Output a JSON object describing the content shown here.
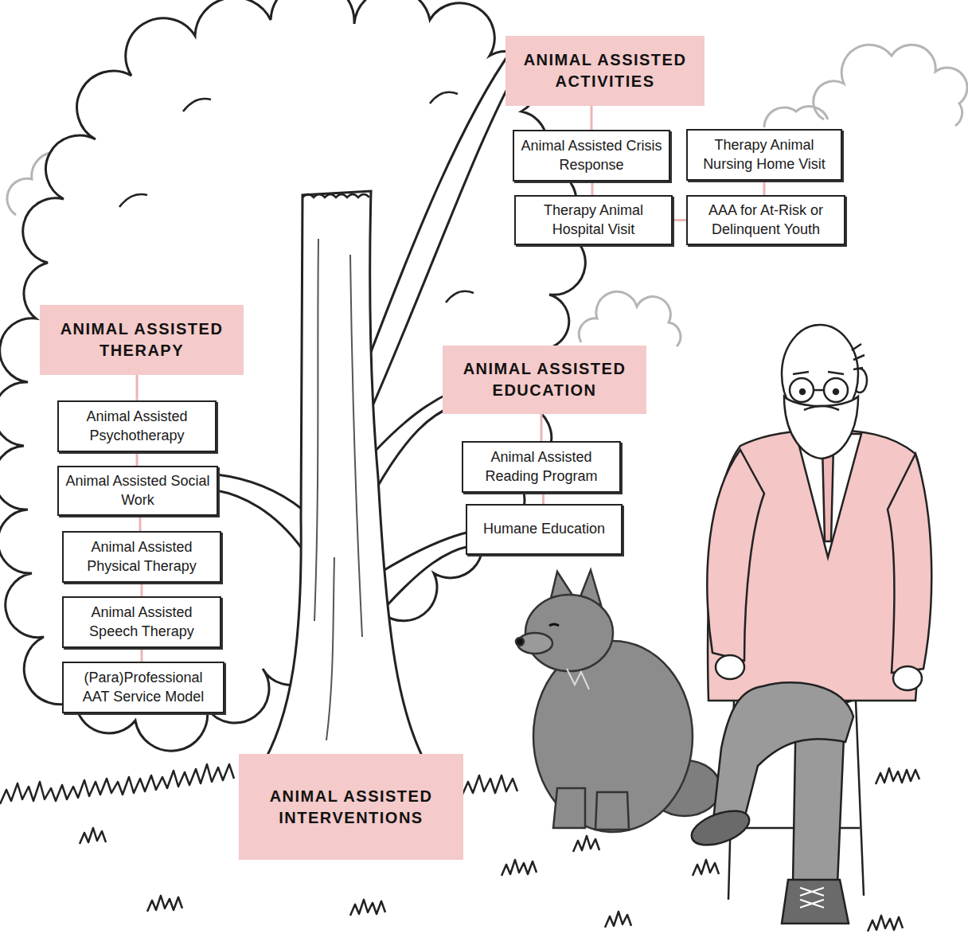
{
  "diagram": {
    "nodes": [
      {
        "text": [
          "ANIMAL ASSISTED ACTIVITIES"
        ]
      },
      {
        "text": [
          "Animal Assisted Crisis Response"
        ]
      },
      {
        "text": [
          "Therapy Animal Nursing Home Visit"
        ]
      },
      {
        "text": [
          "Therapy Animal Hospital Visit"
        ]
      },
      {
        "text": [
          "AAA for At-Risk or Delinquent Youth"
        ]
      },
      {
        "text": [
          "ANIMAL ASSISTED THERAPY"
        ]
      },
      {
        "text": [
          "Animal Assisted Psychotherapy"
        ]
      },
      {
        "text": [
          "Animal Assisted Social Work"
        ]
      },
      {
        "text": [
          "Animal Assisted Physical Therapy"
        ]
      },
      {
        "text": [
          "Animal Assisted Speech Therapy"
        ]
      },
      {
        "text": [
          "(Para)Professional AAT Service Model"
        ]
      },
      {
        "text": [
          "ANIMAL ASSISTED EDUCATION"
        ]
      },
      {
        "text": [
          "Animal Assisted Reading Program"
        ]
      },
      {
        "text": [
          "Humane Education"
        ]
      },
      {
        "text": [
          "ANIMAL ASSISTED INTERVENTIONS"
        ]
      }
    ],
    "edges": [
      {
        "from": 0,
        "to": 1,
        "arrow": "none"
      },
      {
        "from": 1,
        "to": 3,
        "arrow": "none"
      },
      {
        "from": 2,
        "to": 4,
        "arrow": "none"
      },
      {
        "from": 3,
        "to": 4,
        "arrow": "none"
      },
      {
        "from": 5,
        "to": 6,
        "arrow": "none"
      },
      {
        "from": 6,
        "to": 7,
        "arrow": "none"
      },
      {
        "from": 7,
        "to": 8,
        "arrow": "none"
      },
      {
        "from": 8,
        "to": 9,
        "arrow": "none"
      },
      {
        "from": 9,
        "to": 10,
        "arrow": "none"
      },
      {
        "from": 11,
        "to": 12,
        "arrow": "none"
      },
      {
        "from": 12,
        "to": 13,
        "arrow": "none"
      }
    ]
  }
}
